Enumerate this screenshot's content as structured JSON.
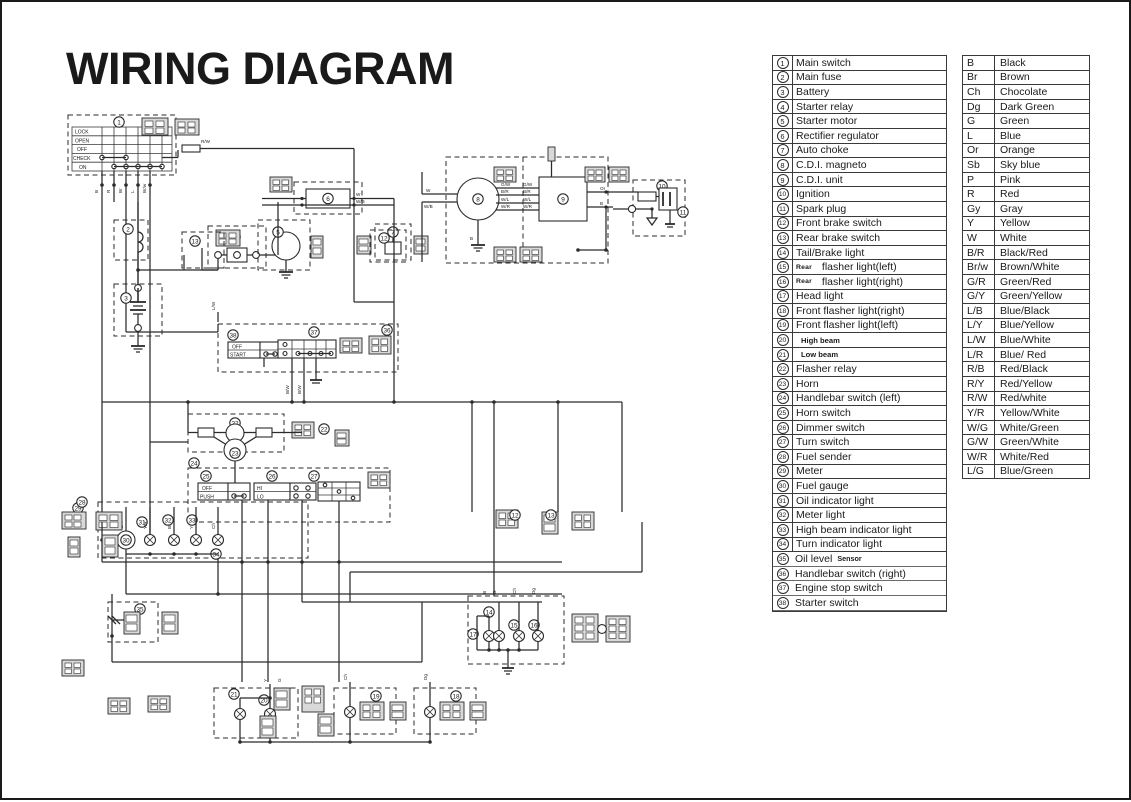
{
  "title": "WIRING DIAGRAM",
  "legend": {
    "items": [
      {
        "n": "1",
        "text": "Main switch"
      },
      {
        "n": "2",
        "text": "Main fuse"
      },
      {
        "n": "3",
        "text": "Battery"
      },
      {
        "n": "4",
        "text": "Starter relay"
      },
      {
        "n": "5",
        "text": "Starter motor"
      },
      {
        "n": "6",
        "text": "Rectifier regulator"
      },
      {
        "n": "7",
        "text": "Auto choke"
      },
      {
        "n": "8",
        "text": "C.D.I. magneto"
      },
      {
        "n": "9",
        "text": "C.D.I. unit"
      },
      {
        "n": "10",
        "text": "Ignition"
      },
      {
        "n": "11",
        "text": "Spark plug"
      },
      {
        "n": "12",
        "text": "Front brake switch"
      },
      {
        "n": "13",
        "text": "Rear brake switch"
      },
      {
        "n": "14",
        "text": "Tail/Brake light"
      },
      {
        "n": "15",
        "text": "flasher light(left)",
        "prefix": "Rear"
      },
      {
        "n": "16",
        "text": "flasher light(right)",
        "prefix": "Rear"
      },
      {
        "n": "17",
        "text": "Head light"
      },
      {
        "n": "18",
        "text": "Front flasher light(right)"
      },
      {
        "n": "19",
        "text": "Front flasher light(left)"
      },
      {
        "n": "20",
        "text": "High beam",
        "small": true
      },
      {
        "n": "21",
        "text": "Low beam",
        "small": true
      },
      {
        "n": "22",
        "text": "Flasher relay"
      },
      {
        "n": "23",
        "text": "Horn"
      },
      {
        "n": "24",
        "text": "Handlebar switch (left)"
      },
      {
        "n": "25",
        "text": "Horn switch"
      },
      {
        "n": "26",
        "text": "Dimmer switch"
      },
      {
        "n": "27",
        "text": "Turn switch"
      },
      {
        "n": "28",
        "text": "Fuel sender"
      },
      {
        "n": "29",
        "text": "Meter"
      },
      {
        "n": "30",
        "text": "Fuel gauge"
      },
      {
        "n": "31",
        "text": "Oil indicator light"
      },
      {
        "n": "32",
        "text": "Meter light"
      },
      {
        "n": "33",
        "text": "High beam indicator light"
      },
      {
        "n": "34",
        "text": "Turn indicator light"
      },
      {
        "n": "35",
        "text": "Oil level",
        "suffix": "Sensor",
        "nobox": true
      },
      {
        "n": "36",
        "text": "Handlebar switch (right)",
        "nobox": true
      },
      {
        "n": "37",
        "text": "Engine stop switch",
        "nobox": true
      },
      {
        "n": "38",
        "text": "Starter switch",
        "nobox": true
      }
    ]
  },
  "color_table": {
    "rows": [
      {
        "abbr": "B",
        "name": "Black"
      },
      {
        "abbr": "Br",
        "name": "Brown"
      },
      {
        "abbr": "Ch",
        "name": "Chocolate"
      },
      {
        "abbr": "Dg",
        "name": "Dark Green"
      },
      {
        "abbr": "G",
        "name": "Green"
      },
      {
        "abbr": "L",
        "name": "Blue"
      },
      {
        "abbr": "Or",
        "name": "Orange"
      },
      {
        "abbr": "Sb",
        "name": "Sky blue"
      },
      {
        "abbr": "P",
        "name": "Pink"
      },
      {
        "abbr": "R",
        "name": "Red"
      },
      {
        "abbr": "Gy",
        "name": "Gray"
      },
      {
        "abbr": "Y",
        "name": "Yellow"
      },
      {
        "abbr": "W",
        "name": "White"
      },
      {
        "abbr": "B/R",
        "name": "Black/Red"
      },
      {
        "abbr": "Br/w",
        "name": "Brown/White"
      },
      {
        "abbr": "G/R",
        "name": "Green/Red"
      },
      {
        "abbr": "G/Y",
        "name": "Green/Yellow"
      },
      {
        "abbr": "L/B",
        "name": "Blue/Black"
      },
      {
        "abbr": "L/Y",
        "name": "Blue/Yellow"
      },
      {
        "abbr": "L/W",
        "name": "Blue/White"
      },
      {
        "abbr": "L/R",
        "name": "Blue/ Red"
      },
      {
        "abbr": "R/B",
        "name": "Red/Black"
      },
      {
        "abbr": "R/Y",
        "name": "Red/Yellow"
      },
      {
        "abbr": "R/W",
        "name": "Red/white"
      },
      {
        "abbr": "Y/R",
        "name": "Yellow/White"
      },
      {
        "abbr": "W/G",
        "name": "White/Green"
      },
      {
        "abbr": "G/W",
        "name": "Green/White"
      },
      {
        "abbr": "W/R",
        "name": "White/Red"
      },
      {
        "abbr": "L/G",
        "name": "Blue/Green"
      }
    ]
  },
  "schematic": {
    "main_switch": {
      "ref": "1",
      "rows": [
        "LOCK",
        "OPEN",
        "OFF",
        "CHECK",
        "ON"
      ]
    },
    "horn_switch": {
      "ref": "25",
      "rows": [
        "OFF",
        "PUSH"
      ]
    },
    "starter_switch": {
      "ref": "38",
      "rows": [
        "OFF",
        "START"
      ]
    },
    "component_refs": [
      "1",
      "2",
      "3",
      "4",
      "5",
      "6",
      "7",
      "8",
      "9",
      "10",
      "11",
      "12",
      "13",
      "14",
      "15",
      "16",
      "17",
      "18",
      "19",
      "20",
      "21",
      "22",
      "23",
      "24",
      "25",
      "26",
      "27",
      "28",
      "29",
      "30",
      "31",
      "32",
      "33",
      "34",
      "35",
      "36",
      "37",
      "38"
    ]
  }
}
